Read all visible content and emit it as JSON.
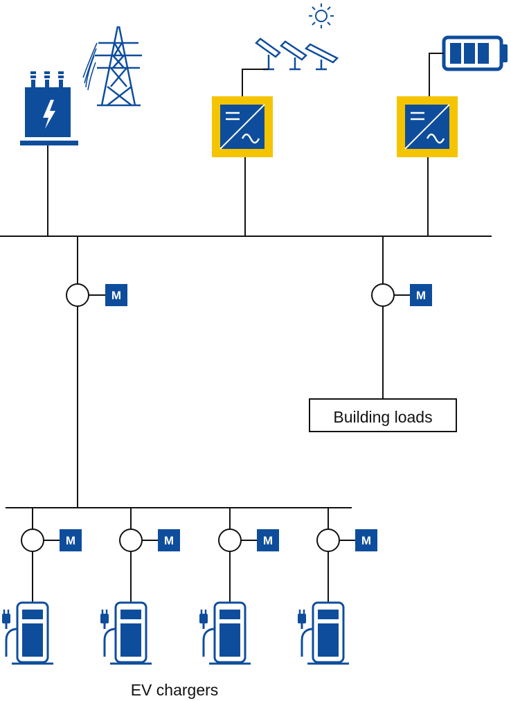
{
  "colors": {
    "brand_blue": "#0e4d9c",
    "accent_yellow": "#f5c400",
    "line": "#111111",
    "background": "#ffffff"
  },
  "icons": {
    "transformer": "transformer-icon",
    "pylon": "power-pylon-icon",
    "solar": "solar-panels-icon",
    "sun": "sun-icon",
    "battery": "battery-icon",
    "inverter": "inverter-icon",
    "ev_charger": "ev-charger-icon",
    "meter": "meter-icon"
  },
  "labels": {
    "meter": "M",
    "building_loads": "Building loads",
    "ev_chargers": "EV chargers"
  }
}
